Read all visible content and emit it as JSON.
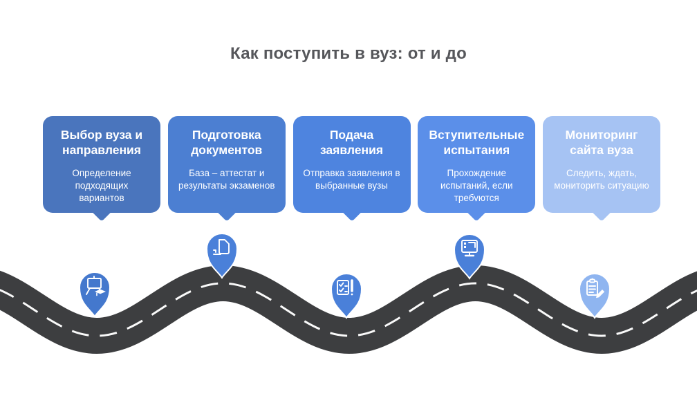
{
  "title": "Как поступить в вуз: от и до",
  "colors": {
    "title_text": "#56575b",
    "road": "#3d3e40",
    "road_dash": "#fafafa"
  },
  "steps": [
    {
      "title": "Выбор вуза и направления",
      "subtitle": "Определение подходящих вариантов",
      "card_color": "#4a75bd",
      "pin_color": "#4478cd",
      "icon": "easel-graduation-icon"
    },
    {
      "title": "Подготовка документов",
      "subtitle": "База – аттестат и результаты экзаменов",
      "card_color": "#4c7fd2",
      "pin_color": "#4a80d9",
      "icon": "documents-icon"
    },
    {
      "title": "Подача заявления",
      "subtitle": "Отправка заявления в выбранные вузы",
      "card_color": "#4e84df",
      "pin_color": "#4a80d9",
      "icon": "checklist-pen-icon"
    },
    {
      "title": "Вступительные испытания",
      "subtitle": "Прохождение испытаний, если требуются",
      "card_color": "#5b8fe9",
      "pin_color": "#4a80d9",
      "icon": "monitor-icon"
    },
    {
      "title": "Мониторинг сайта вуза",
      "subtitle": "Следить, ждать, мониторить ситуацию",
      "card_color": "#a6c3f3",
      "pin_color": "#8fb5f0",
      "icon": "clipboard-pencil-icon"
    }
  ]
}
